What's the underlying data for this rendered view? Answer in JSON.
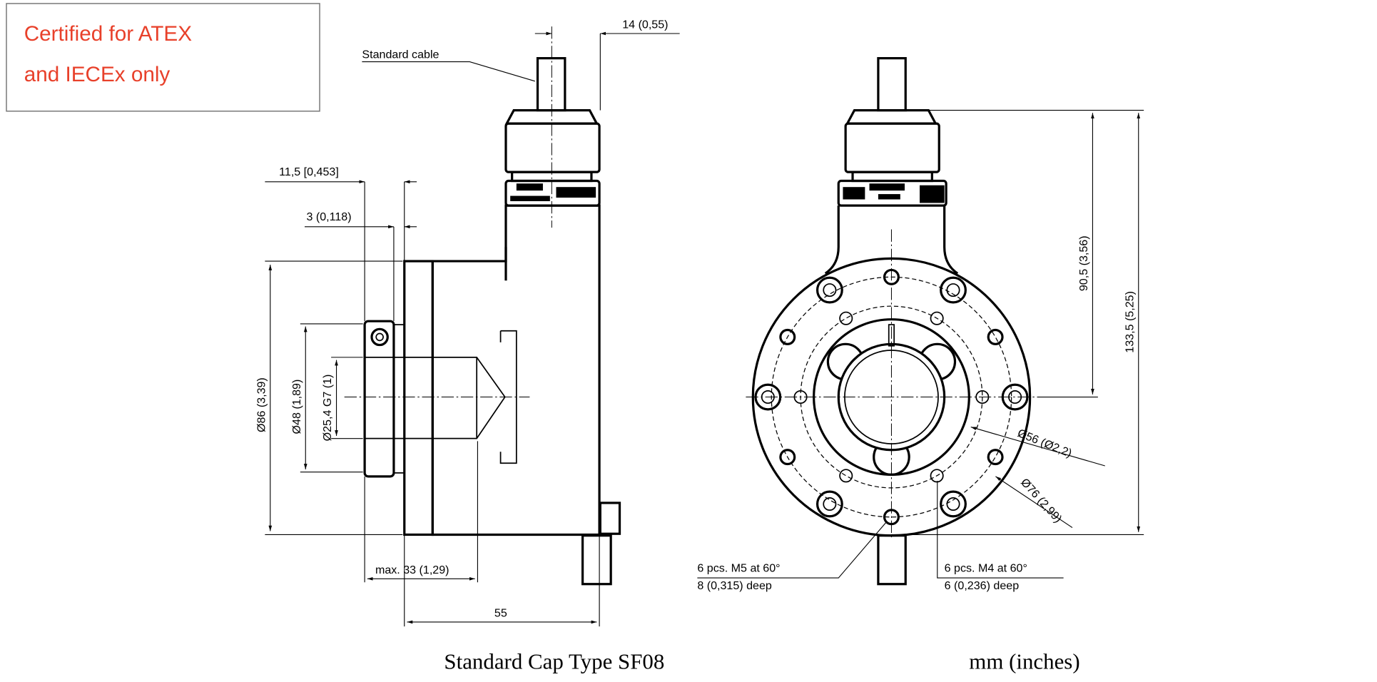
{
  "notice": {
    "line1": "Certified for ATEX",
    "line2": "and IECEx only",
    "color": "#e8402a"
  },
  "side_view": {
    "cable_label": "Standard cable",
    "dim_cable_offset": "14 (0,55)",
    "dim_clamp_width": "11,5 [0,453]",
    "dim_clamp_gap": "3 (0,118)",
    "dim_flange_dia": "Ø86 (3,39)",
    "dim_clamp_dia": "Ø48 (1,89)",
    "dim_bore": "Ø25,4 G7 (1)",
    "dim_max_depth": "max. 33 (1,29)",
    "dim_length": "55"
  },
  "front_view": {
    "dim_center_height": "90,5 (3,56)",
    "dim_total_height": "133,5 (5,25)",
    "dim_inner_circle": "Ø56 (Ø2,2)",
    "dim_outer_circle": "Ø76 (2,99)",
    "m5_holes_line1": "6 pcs. M5 at 60°",
    "m5_holes_line2": "8 (0,315) deep",
    "m4_holes_line1": "6 pcs. M4 at 60°",
    "m4_holes_line2": "6 (0,236) deep"
  },
  "caption": "Standard Cap Type SF08",
  "units": "mm (inches)"
}
